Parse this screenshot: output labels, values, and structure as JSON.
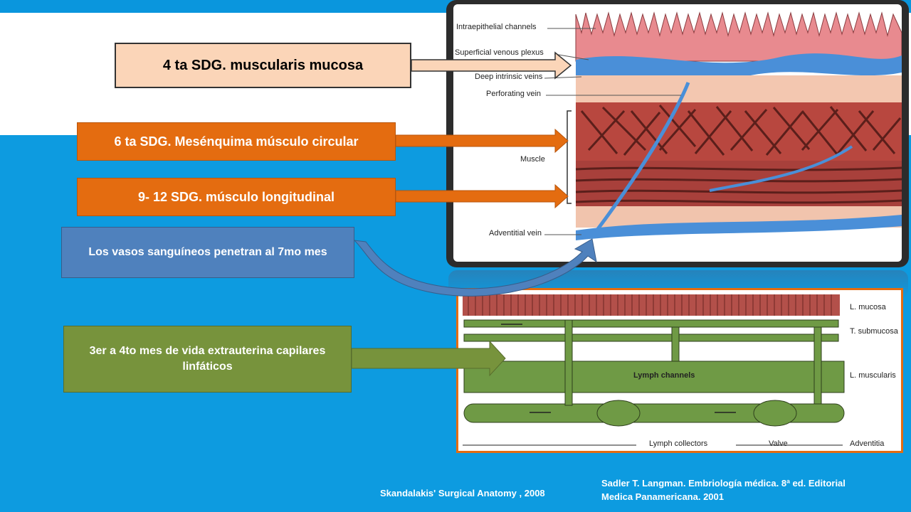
{
  "callouts": {
    "muscularis": "4 ta SDG. muscularis mucosa",
    "circular": "6 ta SDG. Mesénquima músculo circular",
    "longitudinal": "9- 12  SDG. músculo   longitudinal",
    "vasos": "Los vasos sanguíneos penetran al 7mo mes",
    "linfaticos": "3er a 4to mes de vida extrauterina capilares linfáticos"
  },
  "figure_top": {
    "labels": {
      "intraepithelial": "Intraepithelial channels",
      "superficial": "Superficial venous plexus",
      "deep": "Deep intrinsic veins",
      "perforating": "Perforating vein",
      "muscle": "Muscle",
      "adventitial": "Adventitial vein"
    }
  },
  "figure_bottom": {
    "labels": {
      "lmucosa": "L. mucosa",
      "tsubmucosa": "T. submucosa",
      "lmuscularis": "L. muscularis",
      "adventitia": "Adventitia",
      "lymph_channels": "Lymph channels",
      "lymph_collectors": "Lymph collectors",
      "valve": "Valve"
    }
  },
  "citations": {
    "skandalakis": "Skandalakis' Surgical Anatomy , 2008",
    "sadler_line1": "Sadler T. Langman. Embriología médica. 8ª ed. Editorial",
    "sadler_line2": "Medica Panamericana. 2001"
  },
  "colors": {
    "peach": "#fbd5b8",
    "orange": "#e46c10",
    "blue_box": "#4f81bd",
    "green_box": "#77933c",
    "background_blue": "#0d9be0"
  }
}
